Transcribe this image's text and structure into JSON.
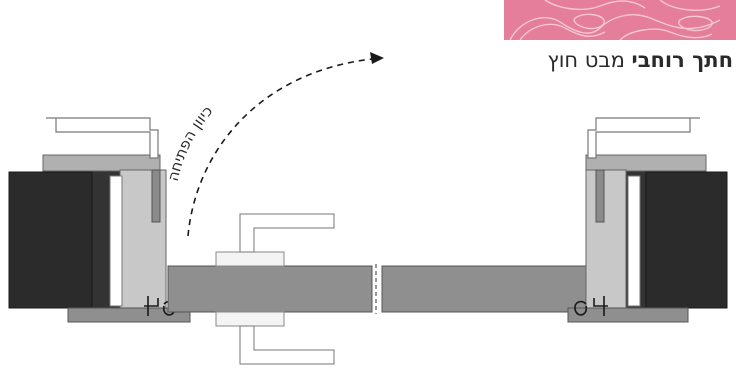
{
  "title": {
    "bold": "חתך רוחבי",
    "regular": "מבט חוץ"
  },
  "annotation": {
    "opening_direction": "כיוון הפתיחה"
  },
  "colors": {
    "badge_pink": "#e47e9a",
    "badge_line": "#f6c6d3",
    "wall_dark": "#2b2b2b",
    "frame_gray": "#9a9a9a",
    "frame_light": "#c8c8c8",
    "door_leaf": "#8f8f8f",
    "outline": "#555555"
  }
}
